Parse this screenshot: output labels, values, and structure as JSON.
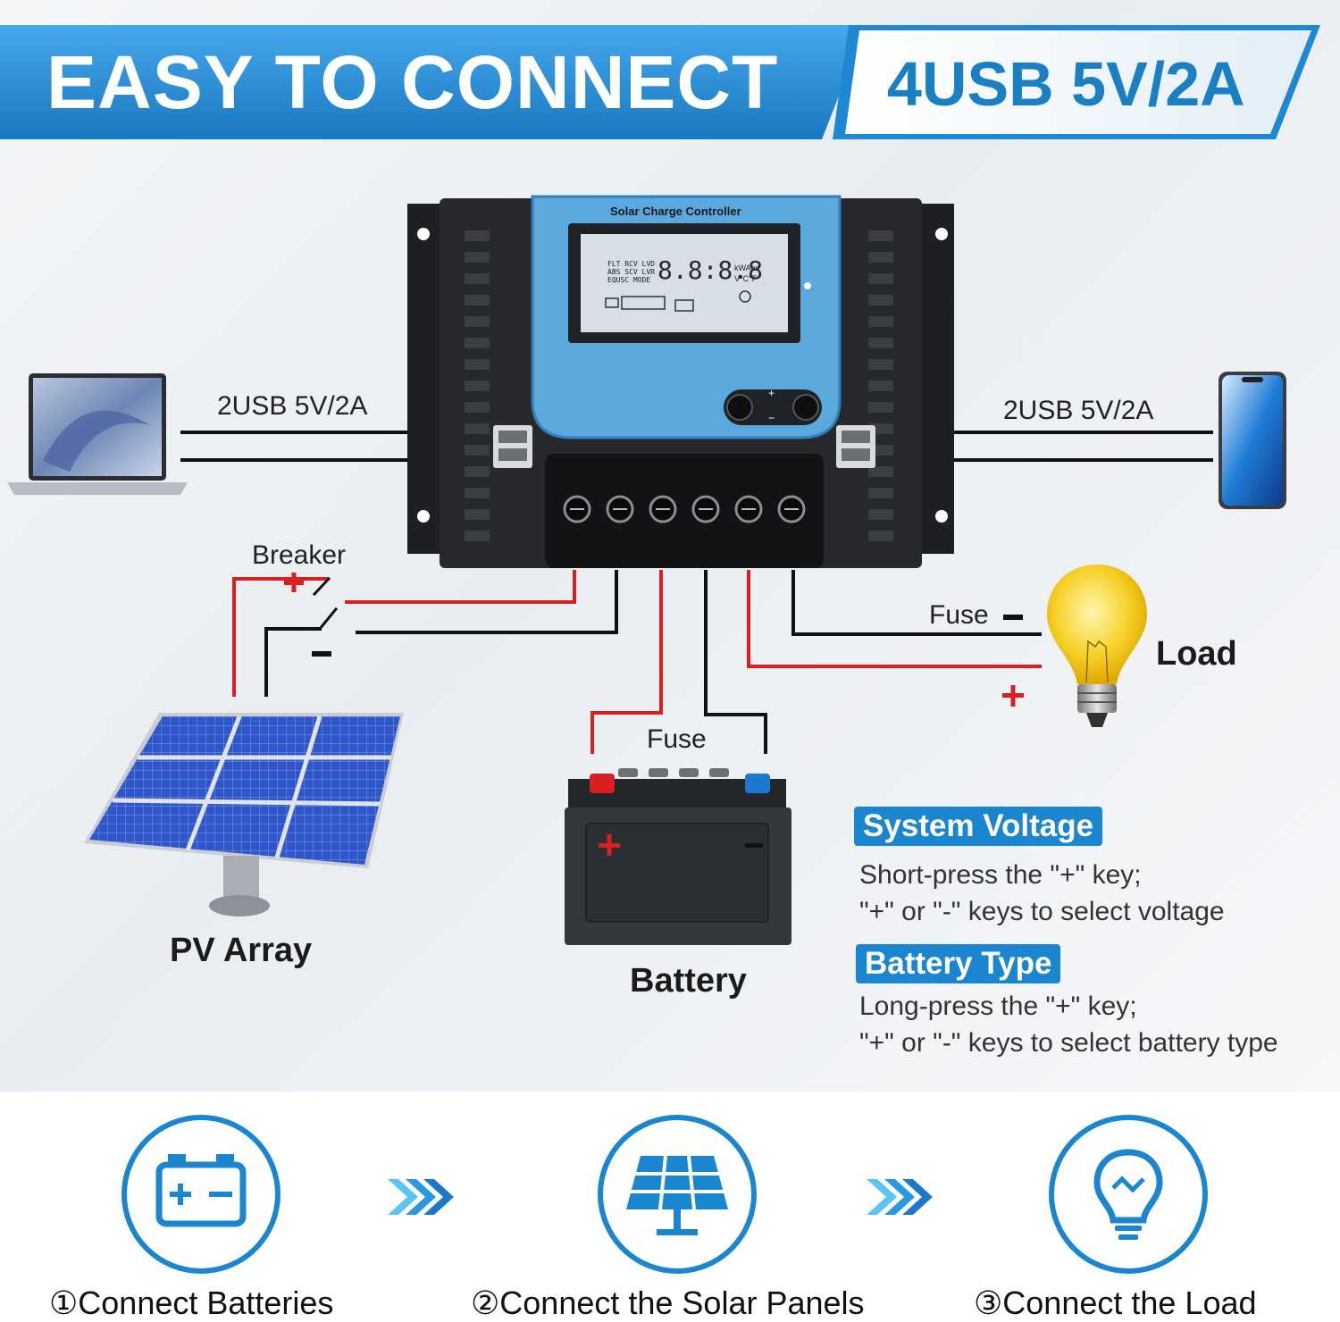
{
  "banner": {
    "title": "EASY TO CONNECT",
    "subtitle": "4USB 5V/2A",
    "colors": {
      "blue": "#1b86d0",
      "light": "#eef6fc"
    }
  },
  "controller": {
    "label": "Solar Charge Controller",
    "lcd": {
      "row1": "FLT RCV LVD",
      "row2": "ABS SCV LVR",
      "row3": "EQUSC MODE",
      "digits": "8.8:8.8",
      "units1": "kWAhs",
      "units2": "V°C°F"
    }
  },
  "usb_left": "2USB 5V/2A",
  "usb_right": "2USB 5V/2A",
  "labels": {
    "breaker": "Breaker",
    "fuse_load": "Fuse",
    "fuse_battery": "Fuse",
    "load": "Load",
    "pv_array": "PV Array",
    "battery": "Battery",
    "plus": "+",
    "minus": "-"
  },
  "info": {
    "system_voltage_title": "System Voltage",
    "system_voltage_line1": "Short-press the \"+\" key;",
    "system_voltage_line2": "\"+\" or \"-\" keys to select voltage",
    "battery_type_title": "Battery Type",
    "battery_type_line1": "Long-press the \"+\" key;",
    "battery_type_line2": "\"+\" or \"-\" keys to select battery type"
  },
  "steps": [
    {
      "number": "①",
      "label": "Connect Batteries",
      "icon": "battery-icon"
    },
    {
      "number": "②",
      "label": "Connect the Solar Panels",
      "icon": "solar-panel-icon"
    },
    {
      "number": "③",
      "label": "Connect the Load",
      "icon": "light-bulb-icon"
    }
  ],
  "wire_colors": {
    "positive": "#d92020",
    "negative": "#111111"
  }
}
